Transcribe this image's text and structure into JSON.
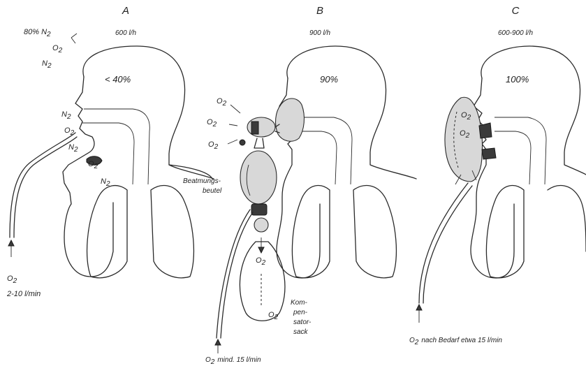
{
  "panels": [
    {
      "letter": "A",
      "flow": "600 l/h",
      "pct": "< 40%"
    },
    {
      "letter": "B",
      "flow": "900 l/h",
      "pct": "90%"
    },
    {
      "letter": "C",
      "flow": "600-900 l/h",
      "pct": "100%"
    }
  ],
  "panel_a": {
    "n2_80": "80% N",
    "sub2": "2",
    "o2": "O",
    "n2": "N",
    "supply_o2": "O",
    "supply_rate": "2-10 l/min"
  },
  "panel_b": {
    "bag_label_1": "Beatmungs-",
    "bag_label_2": "beutel",
    "reservoir_label_1": "Kom-",
    "reservoir_label_2": "pen-",
    "reservoir_label_3": "sator-",
    "reservoir_label_4": "sack",
    "supply": "mind. 15 l/min",
    "o2": "O",
    "sub2": "2"
  },
  "panel_c": {
    "supply": "nach Bedarf etwa 15 l/min",
    "o2": "O",
    "sub2": "2"
  }
}
